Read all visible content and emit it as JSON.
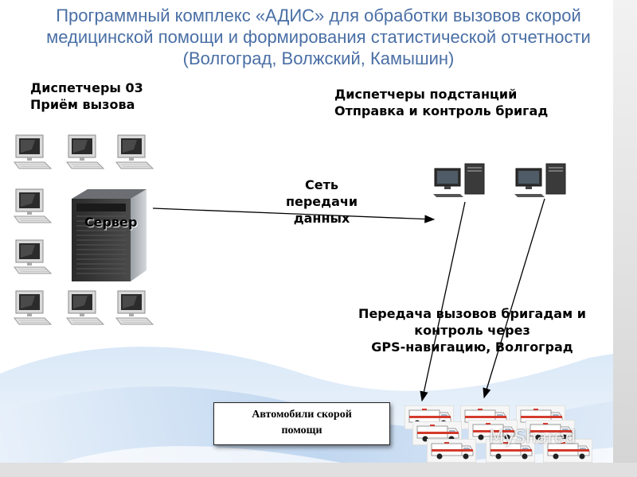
{
  "title": {
    "line1": "Программный комплекс «АДИС» для обработки  вызовов скорой",
    "line2": "медицинской помощи и формирования статистической отчетности",
    "line3": "(Волгоград, Волжский, Камышин)"
  },
  "dispatchers_03": {
    "line1": "Диспетчеры 03",
    "line2": "Приём вызова"
  },
  "substation_dispatchers": {
    "line1": "Диспетчеры подстанций",
    "line2": "Отправка и контроль бригад"
  },
  "server_label": "Сервер",
  "network": {
    "line1": "Сеть",
    "line2": "передачи",
    "line3": "данных"
  },
  "gps": {
    "line1": "Передача вызовов бригадам и",
    "line2": "контроль через",
    "line3": "GPS-навигацию, Волгоград"
  },
  "ambulances": {
    "line1": "Автомобили скорой",
    "line2": "помощи"
  },
  "watermark": "MyShared",
  "colors": {
    "title": "#4a6fa5",
    "wave_blue": "#bcd3ee",
    "ambulance_stripe": "#d33a2c"
  },
  "icons": [
    "monitor-icon",
    "desktop-computer-icon",
    "server-tower-icon",
    "ambulance-icon"
  ]
}
